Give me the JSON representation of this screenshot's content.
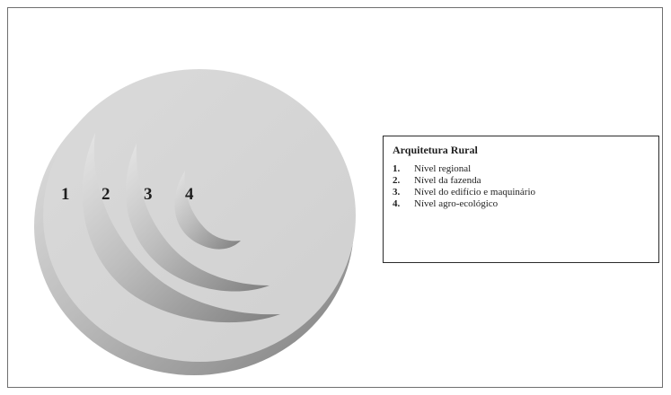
{
  "legend": {
    "title": "Arquitetura Rural",
    "items": [
      {
        "number": "1.",
        "label": "Nível regional"
      },
      {
        "number": "2.",
        "label": "Nível da fazenda"
      },
      {
        "number": "3.",
        "label": "Nível do edifício e maquinário"
      },
      {
        "number": "4.",
        "label": "Nível agro-ecológico"
      }
    ]
  },
  "levels": [
    "1",
    "2",
    "3",
    "4"
  ],
  "colors": {
    "disc_face": "#d4d4d4",
    "disc_edge_light": "#c9c9c9",
    "disc_edge_dark": "#8a8a8a",
    "frame_border": "#6f6f6f",
    "text": "#1f1f1f"
  }
}
